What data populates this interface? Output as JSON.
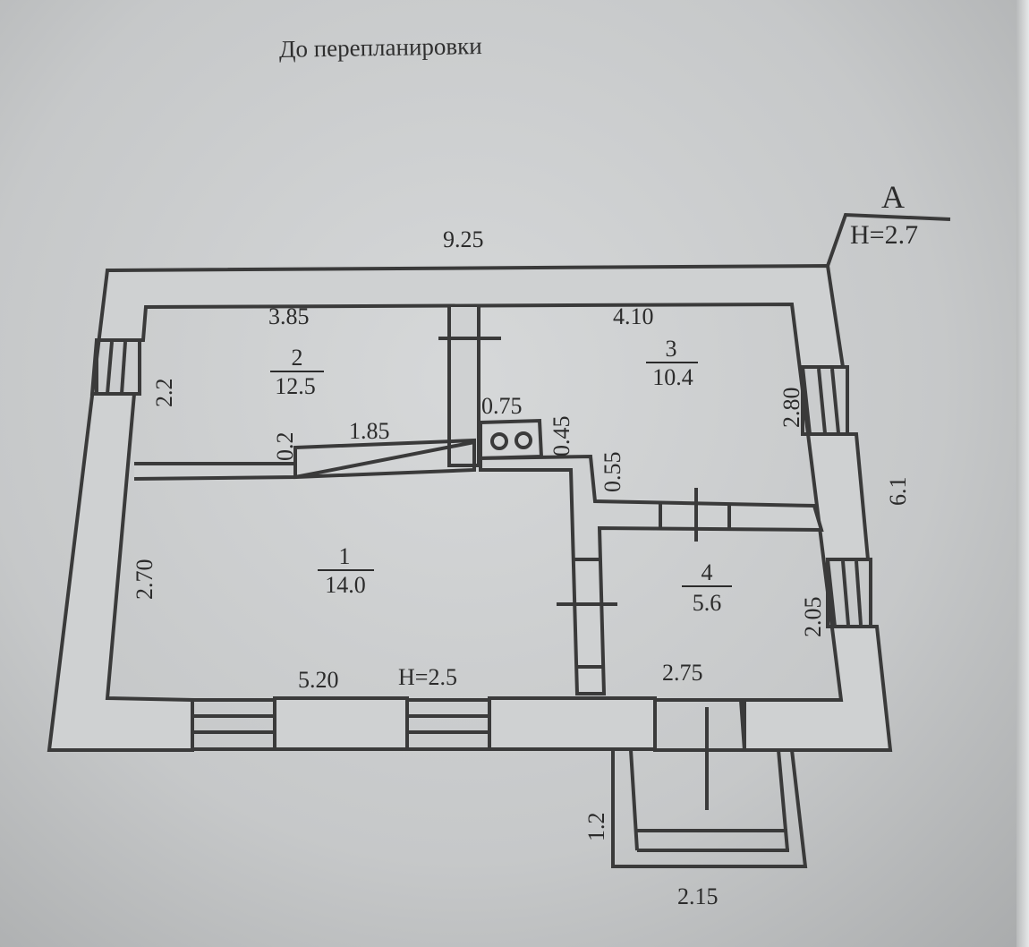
{
  "title": "До перепланировки",
  "section": {
    "letter": "А",
    "height": "H=2.7"
  },
  "dimensions": {
    "overall_width": "9.25",
    "overall_depth": "6.1",
    "room2_width": "3.85",
    "room2_depth": "2.2",
    "room3_width": "4.10",
    "room3_depth": "2.80",
    "stair_width": "1.85",
    "stair_offset": "0.2",
    "stove_width": "0.75",
    "stove_depth": "0.45",
    "step_offset": "0.55",
    "room1_depth": "2.70",
    "room1_width": "5.20",
    "room1_height": "H=2.5",
    "room4_width": "2.75",
    "room4_depth": "2.05",
    "porch_depth": "1.2",
    "porch_width": "2.15"
  },
  "rooms": [
    {
      "number": "1",
      "area": "14.0"
    },
    {
      "number": "2",
      "area": "12.5"
    },
    {
      "number": "3",
      "area": "10.4"
    },
    {
      "number": "4",
      "area": "5.6"
    }
  ],
  "colors": {
    "ink": "#3a3a3a",
    "paper": "#cdcfd0"
  }
}
